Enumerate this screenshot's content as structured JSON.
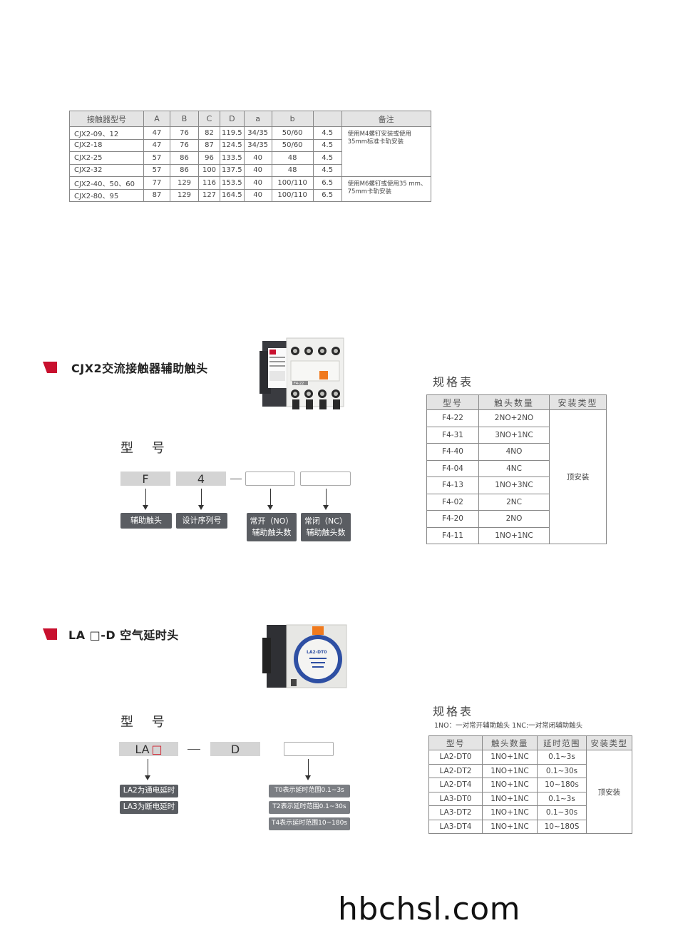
{
  "dimension_table": {
    "headers": [
      "接触器型号",
      "A",
      "B",
      "C",
      "D",
      "a",
      "b",
      "",
      "备注"
    ],
    "rows": [
      [
        "CJX2-09、12",
        "47",
        "76",
        "82",
        "119.5",
        "34/35",
        "50/60",
        "4.5"
      ],
      [
        "CJX2-18",
        "47",
        "76",
        "87",
        "124.5",
        "34/35",
        "50/60",
        "4.5"
      ],
      [
        "CJX2-25",
        "57",
        "86",
        "96",
        "133.5",
        "40",
        "48",
        "4.5"
      ],
      [
        "CJX2-32",
        "57",
        "86",
        "100",
        "137.5",
        "40",
        "48",
        "4.5"
      ],
      [
        "CJX2-40、50、60",
        "77",
        "129",
        "116",
        "153.5",
        "40",
        "100/110",
        "6.5"
      ],
      [
        "CJX2-80、95",
        "87",
        "129",
        "127",
        "164.5",
        "40",
        "100/110",
        "6.5"
      ]
    ],
    "notes": [
      "使用M4螺钉安装或使用35mm标准卡轨安装",
      "使用M6螺钉或使用35 mm、75mm卡轨安装"
    ]
  },
  "section1": {
    "title": "CJX2交流接触器辅助触头",
    "image": {
      "label_top": "F4-22",
      "brand_color": "#c8102e",
      "body_color": "#f0f0ee",
      "accent": "#f07a1e"
    },
    "model_heading": "型 号",
    "code": {
      "part1": "F",
      "part2": "4",
      "dash": "—"
    },
    "labels": {
      "l1": "辅助触头",
      "l2": "设计序列号",
      "l3a": "常开（NO）",
      "l3b": "辅助触头数",
      "l4a": "常闭（NC）",
      "l4b": "辅助触头数"
    },
    "spec_title": "规格表",
    "spec_headers": [
      "型号",
      "触头数量",
      "安装类型"
    ],
    "spec_rows": [
      [
        "F4-22",
        "2NO+2NO"
      ],
      [
        "F4-31",
        "3NO+1NC"
      ],
      [
        "F4-40",
        "4NO"
      ],
      [
        "F4-04",
        "4NC"
      ],
      [
        "F4-13",
        "1NO+3NC"
      ],
      [
        "F4-02",
        "2NC"
      ],
      [
        "F4-20",
        "2NO"
      ],
      [
        "F4-11",
        "1NO+1NC"
      ]
    ],
    "install_type": "顶安装"
  },
  "section2": {
    "title": "LA □-D 空气延时头",
    "image": {
      "dial_label": "LA2-DT0",
      "ring_color": "#2e4fa3",
      "tab_color": "#f07a1e"
    },
    "model_heading": "型 号",
    "code": {
      "part1": "LA",
      "box": "□",
      "part2": "D",
      "dash": "—"
    },
    "labels": {
      "la2": "LA2为通电延时",
      "la3": "LA3为断电延时",
      "t0": "T0表示延时范围0.1~3s",
      "t2": "T2表示延时范围0.1~30s",
      "t4": "T4表示延时范围10~180s"
    },
    "spec_title": "规格表",
    "spec_note": "1NO：一对常开辅助触头  1NC:一对常闭辅助触头",
    "spec_headers": [
      "型号",
      "触头数量",
      "延时范围",
      "安装类型"
    ],
    "spec_rows": [
      [
        "LA2-DT0",
        "1NO+1NC",
        "0.1~3s"
      ],
      [
        "LA2-DT2",
        "1NO+1NC",
        "0.1~30s"
      ],
      [
        "LA2-DT4",
        "1NO+1NC",
        "10~180s"
      ],
      [
        "LA3-DT0",
        "1NO+1NC",
        "0.1~3s"
      ],
      [
        "LA3-DT2",
        "1NO+1NC",
        "0.1~30s"
      ],
      [
        "LA3-DT4",
        "1NO+1NC",
        "10~180S"
      ]
    ],
    "install_type": "顶安装"
  },
  "website": "hbchsl.com"
}
